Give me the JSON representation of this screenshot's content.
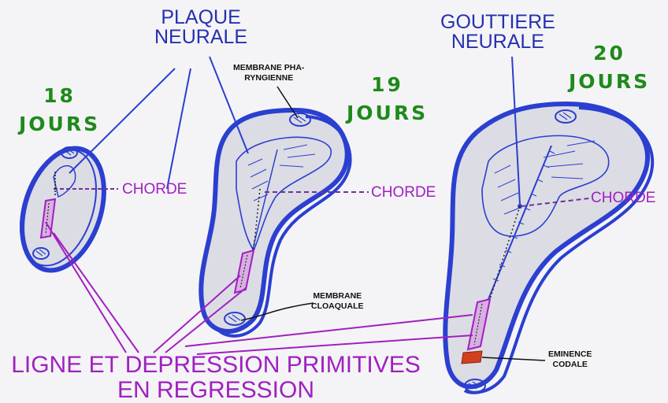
{
  "labels": {
    "plaque_neurale": [
      "PLAQUE",
      "NEURALE"
    ],
    "gouttiere_neurale": [
      "GOUTTIERE",
      "NEURALE"
    ],
    "day18": [
      "18",
      "JOURS"
    ],
    "day19": [
      "19",
      "JOURS"
    ],
    "day20": [
      "20",
      "JOURS"
    ],
    "membrane_pharyngienne": [
      "MEMBRANE PHA-",
      "RYNGIENNE"
    ],
    "membrane_cloaquale": [
      "MEMBRANE",
      "CLOAQUALE"
    ],
    "eminence_codale": [
      "EMINENCE",
      "CODALE"
    ],
    "chorde": "CHORDE",
    "ligne": [
      "LIGNE ET DEPRESSION PRIMITIVES",
      "EN REGRESSION"
    ]
  },
  "colors": {
    "outline_blue": "#2b3fd0",
    "disc_fill": "#dcdce4",
    "purple": "#a020c0",
    "green": "#1e8a1a",
    "title_blue": "#2630b0",
    "caudal_red": "#d04020"
  }
}
